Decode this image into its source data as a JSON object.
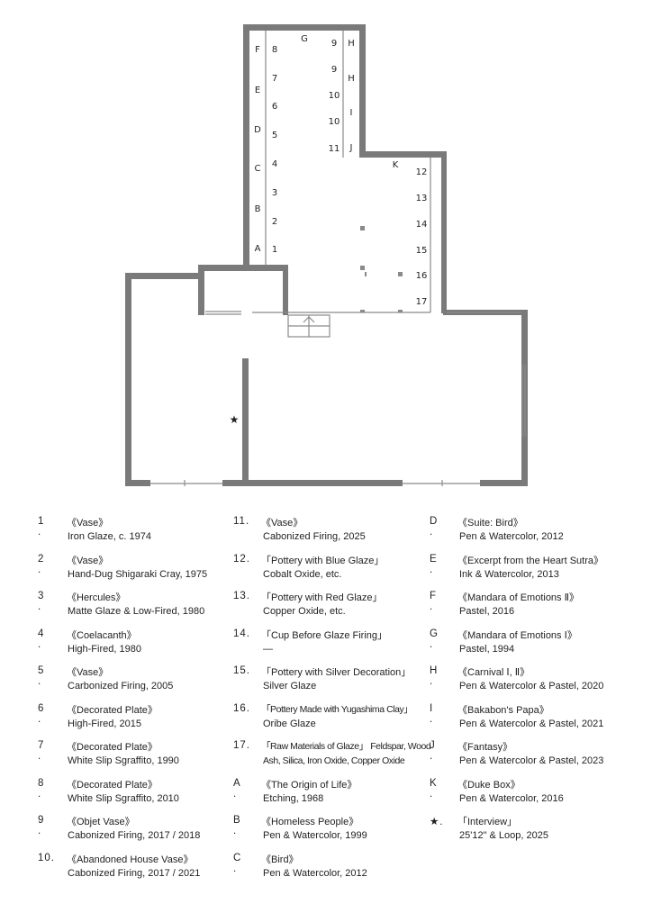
{
  "plan": {
    "labels_left_letters": [
      "F",
      "E",
      "D",
      "C",
      "B",
      "A"
    ],
    "labels_left_numbers": [
      "8",
      "7",
      "6",
      "5",
      "4",
      "3",
      "2",
      "1"
    ],
    "label_g": "G",
    "labels_top_right_numbers": [
      "9",
      "9",
      "10",
      "10",
      "11"
    ],
    "labels_top_right_letters": [
      "H",
      "H",
      "I",
      "J"
    ],
    "label_k": "K",
    "labels_right_numbers": [
      "12",
      "13",
      "14",
      "15",
      "16",
      "17"
    ],
    "star": "★"
  },
  "legend": {
    "col1": [
      {
        "num": "1 .",
        "title": "《Vase》",
        "detail": "Iron Glaze, c. 1974"
      },
      {
        "num": "2 .",
        "title": "《Vase》",
        "detail": "Hand-Dug Shigaraki Cray, 1975"
      },
      {
        "num": "3 .",
        "title": "《Hercules》",
        "detail": "Matte Glaze & Low-Fired, 1980"
      },
      {
        "num": "4 .",
        "title": "《Coelacanth》",
        "detail": "High-Fired, 1980"
      },
      {
        "num": "5 .",
        "title": "《Vase》",
        "detail": "Carbonized Firing, 2005"
      },
      {
        "num": "6 .",
        "title": "《Decorated Plate》",
        "detail": "High-Fired, 2015"
      },
      {
        "num": "7 .",
        "title": "《Decorated Plate》",
        "detail": "White Slip Sgraffito, 1990"
      },
      {
        "num": "8 .",
        "title": "《Decorated Plate》",
        "detail": "White Slip Sgraffito, 2010"
      },
      {
        "num": "9 .",
        "title": "《Objet Vase》",
        "detail": "Cabonized Firing, 2017 / 2018"
      },
      {
        "num": "10.",
        "title": "《Abandoned House Vase》",
        "detail": "Cabonized Firing, 2017 / 2021"
      }
    ],
    "col2": [
      {
        "num": "11.",
        "title": "《Vase》",
        "detail": "Cabonized Firing, 2025"
      },
      {
        "num": "12.",
        "title": "「Pottery with Blue Glaze」",
        "detail": "Cobalt Oxide, etc."
      },
      {
        "num": "13.",
        "title": "「Pottery with Red Glaze」",
        "detail": "Copper Oxide, etc."
      },
      {
        "num": "14.",
        "title": "「Cup Before Glaze Firing」",
        "detail": "—"
      },
      {
        "num": "15.",
        "title": "「Pottery with Silver Decoration」",
        "detail": "Silver Glaze"
      },
      {
        "num": "16.",
        "title": "「Pottery Made with Yugashima Clay」",
        "detail": "Oribe Glaze"
      },
      {
        "num": "17.",
        "title": "「Raw Materials of Glaze」 Feldspar, Wood",
        "detail": "Ash, Silica, Iron Oxide, Copper Oxide"
      },
      {
        "num": "A .",
        "title": "《The Origin of Life》",
        "detail": "Etching, 1968"
      },
      {
        "num": "B .",
        "title": "《Homeless People》",
        "detail": "Pen & Watercolor, 1999"
      },
      {
        "num": "C .",
        "title": "《Bird》",
        "detail": "Pen & Watercolor, 2012"
      }
    ],
    "col3": [
      {
        "num": "D .",
        "title": "《Suite: Bird》",
        "detail": "Pen & Watercolor, 2012"
      },
      {
        "num": "E .",
        "title": "《Excerpt from the Heart Sutra》",
        "detail": "Ink & Watercolor, 2013"
      },
      {
        "num": "F .",
        "title": "《Mandara of Emotions Ⅱ》",
        "detail": "Pastel, 2016"
      },
      {
        "num": "G .",
        "title": "《Mandara of Emotions Ⅰ》",
        "detail": "Pastel, 1994"
      },
      {
        "num": "H .",
        "title": "《Carnival Ⅰ, Ⅱ》",
        "detail": "Pen & Watercolor & Pastel, 2020"
      },
      {
        "num": "I .",
        "title": "《Bakabon's Papa》",
        "detail": "Pen & Watercolor & Pastel, 2021"
      },
      {
        "num": "J .",
        "title": "《Fantasy》",
        "detail": "Pen & Watercolor & Pastel, 2023"
      },
      {
        "num": "K .",
        "title": "《Duke Box》",
        "detail": "Pen & Watercolor, 2016"
      },
      {
        "num": "★.",
        "title": "「Interview」",
        "detail": "25'12\" & Loop, 2025"
      }
    ]
  }
}
